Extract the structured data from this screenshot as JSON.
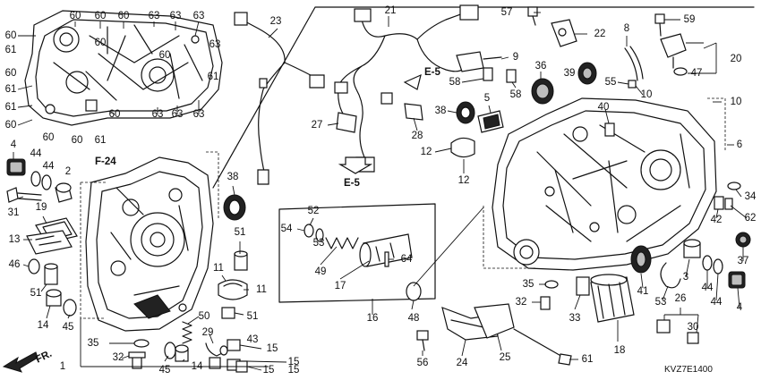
{
  "diagram": {
    "image_code": "KVZ7E1400",
    "front_label": "FR.",
    "references": {
      "f24": "F-24",
      "e5_upper": "E-5",
      "e5_lower": "E-5"
    }
  },
  "callouts": [
    {
      "id": "c-60a",
      "text": "60"
    },
    {
      "id": "c-60b",
      "text": "60"
    },
    {
      "id": "c-60c",
      "text": "60"
    },
    {
      "id": "c-63a",
      "text": "63"
    },
    {
      "id": "c-63b",
      "text": "63"
    },
    {
      "id": "c-63c",
      "text": "63"
    },
    {
      "id": "c-63d",
      "text": "63"
    },
    {
      "id": "c-60d",
      "text": "60"
    },
    {
      "id": "c-61a",
      "text": "61"
    },
    {
      "id": "c-60e",
      "text": "60"
    },
    {
      "id": "c-60f",
      "text": "60"
    },
    {
      "id": "c-63e",
      "text": "63"
    },
    {
      "id": "c-61b",
      "text": "61"
    },
    {
      "id": "c-60g",
      "text": "60"
    },
    {
      "id": "c-61c",
      "text": "61"
    },
    {
      "id": "c-60h",
      "text": "60"
    },
    {
      "id": "c-63f",
      "text": "63"
    },
    {
      "id": "c-63g",
      "text": "63"
    },
    {
      "id": "c-63h",
      "text": "63"
    },
    {
      "id": "c-60i",
      "text": "60"
    },
    {
      "id": "c-61d",
      "text": "61"
    },
    {
      "id": "c-60j",
      "text": "60"
    },
    {
      "id": "c-60k",
      "text": "60"
    },
    {
      "id": "c-61e",
      "text": "61"
    },
    {
      "id": "c-4a",
      "text": "4"
    },
    {
      "id": "c-44a",
      "text": "44"
    },
    {
      "id": "c-44b",
      "text": "44"
    },
    {
      "id": "c-2",
      "text": "2"
    },
    {
      "id": "c-31",
      "text": "31"
    },
    {
      "id": "c-19",
      "text": "19"
    },
    {
      "id": "c-13",
      "text": "13"
    },
    {
      "id": "c-46",
      "text": "46"
    },
    {
      "id": "c-51a",
      "text": "51"
    },
    {
      "id": "c-14a",
      "text": "14"
    },
    {
      "id": "c-45a",
      "text": "45"
    },
    {
      "id": "c-35a",
      "text": "35"
    },
    {
      "id": "c-32a",
      "text": "32"
    },
    {
      "id": "c-1",
      "text": "1"
    },
    {
      "id": "c-45b",
      "text": "45"
    },
    {
      "id": "c-14b",
      "text": "14"
    },
    {
      "id": "c-38a",
      "text": "38"
    },
    {
      "id": "c-51b",
      "text": "51"
    },
    {
      "id": "c-11a",
      "text": "11"
    },
    {
      "id": "c-11b",
      "text": "11"
    },
    {
      "id": "c-51c",
      "text": "51"
    },
    {
      "id": "c-50",
      "text": "50"
    },
    {
      "id": "c-29",
      "text": "29"
    },
    {
      "id": "c-43",
      "text": "43"
    },
    {
      "id": "c-15a",
      "text": "15"
    },
    {
      "id": "c-15b",
      "text": "15"
    },
    {
      "id": "c-15c",
      "text": "15"
    },
    {
      "id": "c-15d",
      "text": "15"
    },
    {
      "id": "c-23",
      "text": "23"
    },
    {
      "id": "c-21",
      "text": "21"
    },
    {
      "id": "c-27",
      "text": "27"
    },
    {
      "id": "c-28",
      "text": "28"
    },
    {
      "id": "c-52",
      "text": "52"
    },
    {
      "id": "c-54",
      "text": "54"
    },
    {
      "id": "c-53",
      "text": "53"
    },
    {
      "id": "c-49",
      "text": "49"
    },
    {
      "id": "c-64",
      "text": "64"
    },
    {
      "id": "c-17",
      "text": "17"
    },
    {
      "id": "c-16",
      "text": "16"
    },
    {
      "id": "c-48",
      "text": "48"
    },
    {
      "id": "c-57",
      "text": "57"
    },
    {
      "id": "c-22",
      "text": "22"
    },
    {
      "id": "c-9",
      "text": "9"
    },
    {
      "id": "c-58a",
      "text": "58"
    },
    {
      "id": "c-58b",
      "text": "58"
    },
    {
      "id": "c-5",
      "text": "5"
    },
    {
      "id": "c-36",
      "text": "36"
    },
    {
      "id": "c-38b",
      "text": "38"
    },
    {
      "id": "c-12a",
      "text": "12"
    },
    {
      "id": "c-12b",
      "text": "12"
    },
    {
      "id": "c-59",
      "text": "59"
    },
    {
      "id": "c-8",
      "text": "8"
    },
    {
      "id": "c-39",
      "text": "39"
    },
    {
      "id": "c-20",
      "text": "20"
    },
    {
      "id": "c-47",
      "text": "47"
    },
    {
      "id": "c-55",
      "text": "55"
    },
    {
      "id": "c-10a",
      "text": "10"
    },
    {
      "id": "c-10b",
      "text": "10"
    },
    {
      "id": "c-40",
      "text": "40"
    },
    {
      "id": "c-6",
      "text": "6"
    },
    {
      "id": "c-34",
      "text": "34"
    },
    {
      "id": "c-42",
      "text": "42"
    },
    {
      "id": "c-62",
      "text": "62"
    },
    {
      "id": "c-37",
      "text": "37"
    },
    {
      "id": "c-3",
      "text": "3"
    },
    {
      "id": "c-44c",
      "text": "44"
    },
    {
      "id": "c-44d",
      "text": "44"
    },
    {
      "id": "c-4b",
      "text": "4"
    },
    {
      "id": "c-35b",
      "text": "35"
    },
    {
      "id": "c-32b",
      "text": "32"
    },
    {
      "id": "c-33",
      "text": "33"
    },
    {
      "id": "c-41",
      "text": "41"
    },
    {
      "id": "c-53b",
      "text": "53"
    },
    {
      "id": "c-26",
      "text": "26"
    },
    {
      "id": "c-30",
      "text": "30"
    },
    {
      "id": "c-18",
      "text": "18"
    },
    {
      "id": "c-56",
      "text": "56"
    },
    {
      "id": "c-24",
      "text": "24"
    },
    {
      "id": "c-25",
      "text": "25"
    },
    {
      "id": "c-61f",
      "text": "61"
    }
  ]
}
